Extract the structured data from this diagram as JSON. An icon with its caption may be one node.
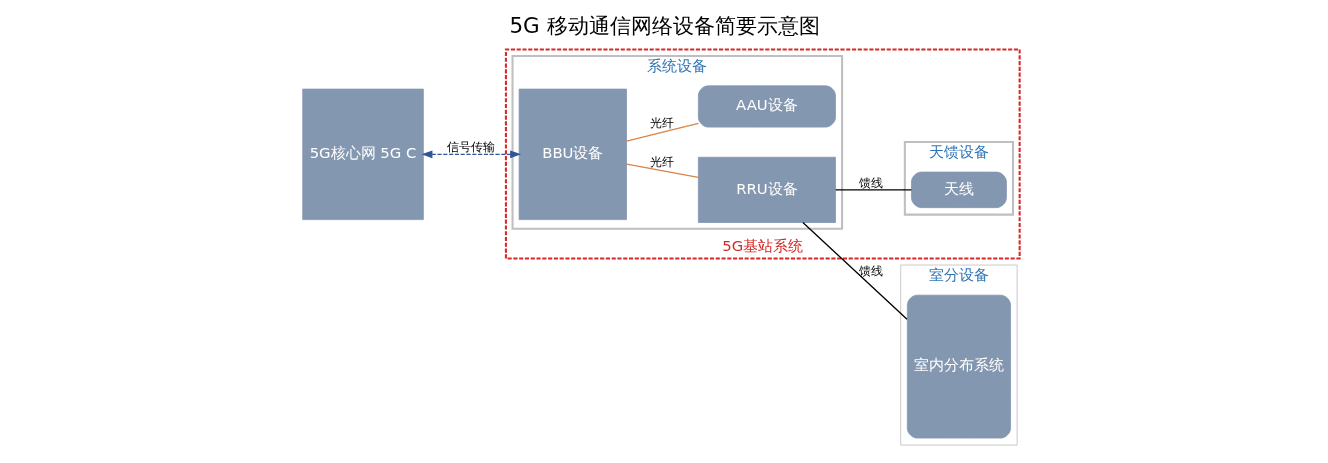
{
  "diagram": {
    "title": "5G 移动通信网络设备简要示意图",
    "nodes": [
      {
        "text": [
          "5G核心网 5G C"
        ]
      },
      {
        "text": [
          "5G基站系统"
        ]
      },
      {
        "text": [
          "系统设备"
        ],
        "in": 1
      },
      {
        "text": [
          "BBU设备"
        ],
        "in": 2
      },
      {
        "text": [
          "RRU设备"
        ],
        "in": 2
      },
      {
        "text": [
          "AAU设备"
        ],
        "in": 2
      },
      {
        "text": [
          "天馈设备"
        ],
        "in": 1
      },
      {
        "text": [
          "天线"
        ],
        "in": 6
      },
      {
        "text": [
          "室分设备"
        ]
      },
      {
        "text": [
          "室内分布系统"
        ],
        "in": 8
      }
    ],
    "edges": [
      {
        "from": 0,
        "to": 3,
        "arrow": "both",
        "label": "信号传输",
        "style": "dashed",
        "color": "#2f5597"
      },
      {
        "from": 3,
        "to": 4,
        "arrow": "none",
        "label": "光纤",
        "color": "#d9834a"
      },
      {
        "from": 3,
        "to": 5,
        "arrow": "none",
        "label": "光纤",
        "color": "#d9834a"
      },
      {
        "from": 4,
        "to": 9,
        "arrow": "none",
        "label": "馈线",
        "color": "#000000"
      },
      {
        "from": 4,
        "to": 7,
        "arrow": "none",
        "label": "馈线",
        "color": "#000000"
      }
    ]
  }
}
